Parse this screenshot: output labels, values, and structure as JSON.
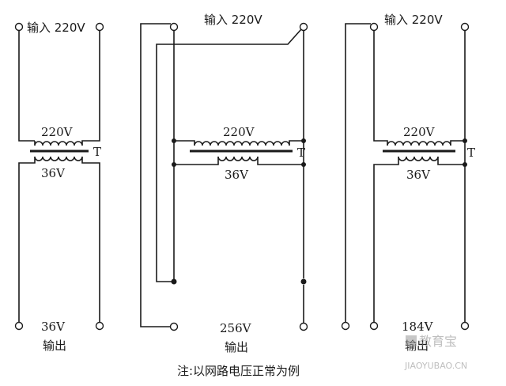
{
  "diagram1": {
    "input_label": "输入 220V",
    "primary_label": "220V",
    "secondary_label": "36V",
    "transformer_label": "T",
    "output_voltage": "36V",
    "output_label": "输出"
  },
  "diagram2": {
    "input_label": "输入 220V",
    "primary_label": "220V",
    "secondary_label": "36V",
    "transformer_label": "T",
    "output_voltage": "256V",
    "output_label": "输出"
  },
  "diagram3": {
    "input_label": "输入 220V",
    "primary_label": "220V",
    "secondary_label": "36V",
    "transformer_label": "T",
    "output_voltage": "184V",
    "output_label": "输出"
  },
  "footnote": "注:以网路电压正常为例",
  "watermark": {
    "title": "教育宝",
    "url": "JIAOYUBAO.CN"
  }
}
